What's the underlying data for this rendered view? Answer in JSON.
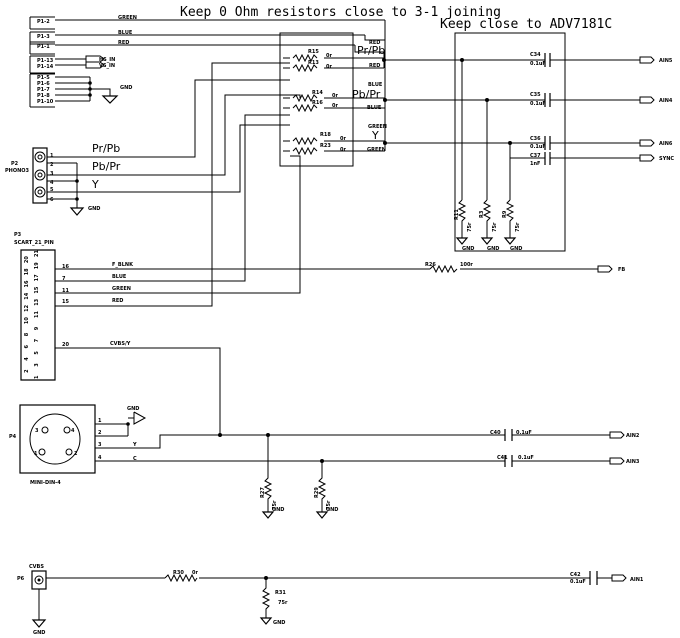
{
  "header": {
    "note_resistors": "Keep 0 Ohm resistors close to 3-1 joining",
    "note_adv": "Keep close to ADV7181C"
  },
  "p1": {
    "pins": [
      "P1-2",
      "P1-3",
      "P1-1",
      "P1-13",
      "P1-14",
      "P1-5",
      "P1-6",
      "P1-7",
      "P1-8",
      "P1-10"
    ],
    "nets": {
      "green": "GREEN",
      "blue": "BLUE",
      "red": "RED",
      "hs": "HS_IN",
      "vs": "VS_IN",
      "gnd": "GND"
    }
  },
  "p2": {
    "ref": "P2",
    "part": "PHONO3",
    "pins": [
      "1",
      "2",
      "3",
      "4",
      "5",
      "6"
    ],
    "signals": [
      "Pr/Pb",
      "Pb/Pr",
      "Y"
    ],
    "gnd": "GND"
  },
  "joining": {
    "signals": [
      "Pr/Pb",
      "Pb/Pr",
      "Y"
    ],
    "resistors": [
      {
        "ref": "R15",
        "value": "0r"
      },
      {
        "ref": "R13",
        "value": "0r"
      },
      {
        "ref": "R14",
        "value": "0r"
      },
      {
        "ref": "R16",
        "value": "0r"
      },
      {
        "ref": "R18",
        "value": "0r"
      },
      {
        "ref": "R23",
        "value": "0r"
      }
    ],
    "net_labels": [
      "RED",
      "RED",
      "BLUE",
      "BLUE",
      "GREEN",
      "GREEN"
    ]
  },
  "adv_block": {
    "caps": [
      {
        "ref": "C34",
        "value": "0.1uF",
        "port": "AIN5"
      },
      {
        "ref": "C35",
        "value": "0.1uF",
        "port": "AIN4"
      },
      {
        "ref": "C36",
        "value": "0.1uF",
        "port": "AIN6"
      },
      {
        "ref": "C37",
        "value": "1nF",
        "port": "SYNC"
      }
    ],
    "term_resistors": [
      {
        "ref": "R11",
        "value": "75r"
      },
      {
        "ref": "R3",
        "value": "75r"
      },
      {
        "ref": "R9",
        "value": "75r"
      }
    ],
    "gnd": "GND"
  },
  "p3": {
    "ref": "P3",
    "part": "SCART_21_PIN",
    "body_pins": [
      "21",
      "20",
      "19",
      "18",
      "17",
      "16",
      "15",
      "14",
      "13",
      "12",
      "11",
      "10",
      "9",
      "8",
      "7",
      "6",
      "5",
      "4",
      "3",
      "2",
      "1"
    ],
    "pins": [
      "16",
      "7",
      "11",
      "15",
      "20"
    ],
    "nets": [
      "F_BLNK",
      "BLUE",
      "GREEN",
      "RED",
      "CVBS/Y"
    ]
  },
  "fb": {
    "ref": "R26",
    "value": "100r",
    "port": "FB"
  },
  "p4": {
    "ref": "P4",
    "part": "MINI-DIN-4",
    "face_pins": [
      "3",
      "4",
      "1",
      "2"
    ],
    "pins": [
      "1",
      "2",
      "3",
      "4"
    ],
    "nets": [
      "Y",
      "C"
    ],
    "gnd": "GND",
    "caps": [
      {
        "ref": "C40",
        "value": "0.1uF",
        "port": "AIN2"
      },
      {
        "ref": "C41",
        "value": "0.1uF",
        "port": "AIN3"
      }
    ],
    "term_resistors": [
      {
        "ref": "R27",
        "value": "75r"
      },
      {
        "ref": "R29",
        "value": "75r"
      }
    ]
  },
  "p6": {
    "ref": "P6",
    "part": "CVBS",
    "gnd": "GND",
    "series": {
      "ref": "R30",
      "value": "0r"
    },
    "term": {
      "ref": "R31",
      "value": "75r"
    },
    "cap": {
      "ref": "C42",
      "value": "0.1uF",
      "port": "AIN1"
    }
  }
}
